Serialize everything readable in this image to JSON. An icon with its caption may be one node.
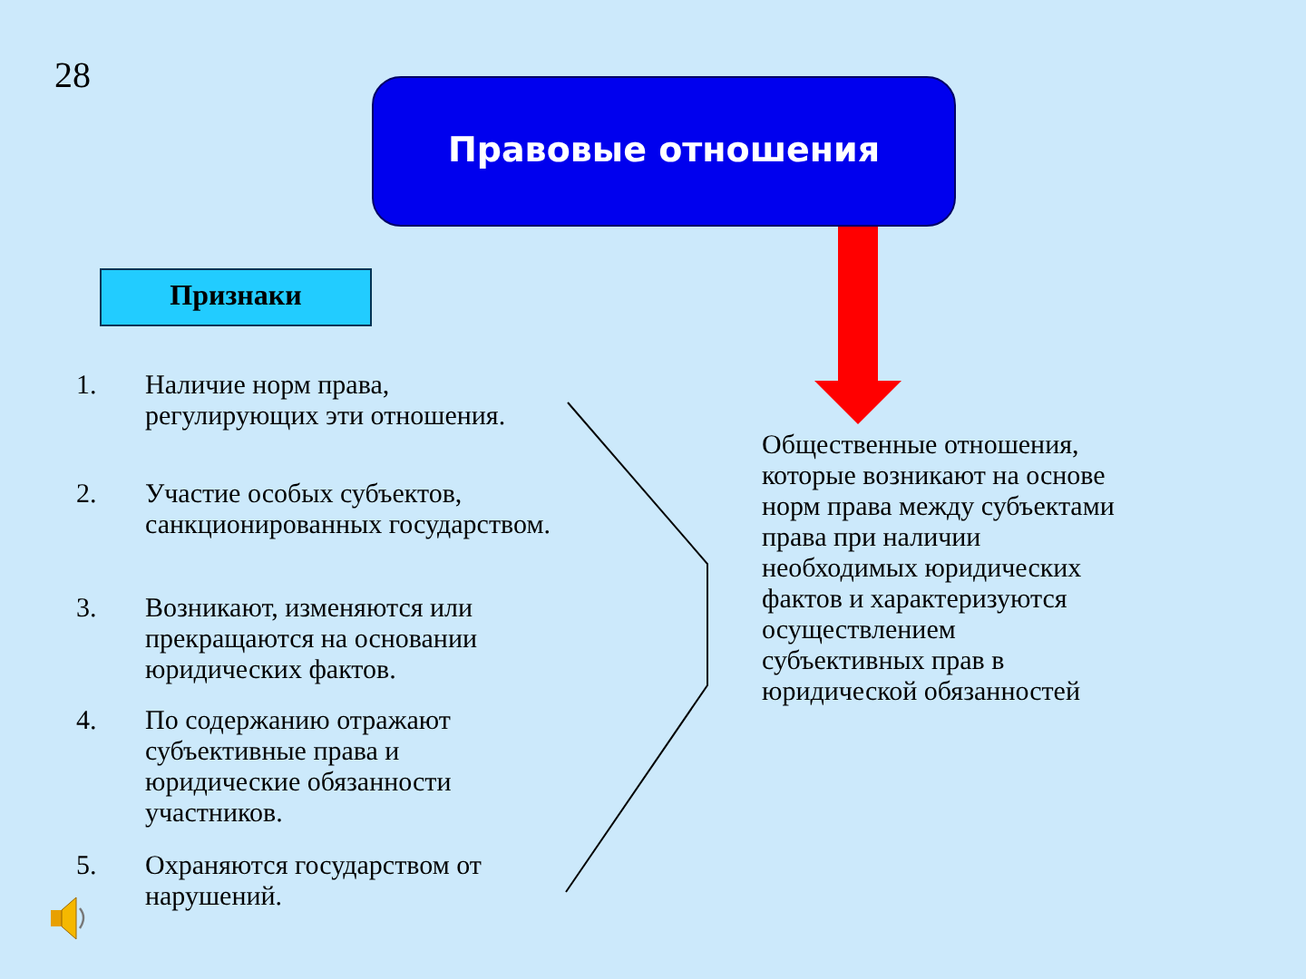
{
  "diagram": {
    "nodes": [
      {
        "text": [
          "Правовые отношения"
        ]
      },
      {
        "text": [
          "Признаки"
        ]
      },
      {
        "text": [
          "Общественные отношения, которые возникают на основе норм права между субъектами права при наличии необходимых юридических фактов и характеризуются осуществлением субъективных прав в юридической обязанностей"
        ]
      }
    ],
    "edges": [
      {
        "from": 0,
        "to": 2,
        "arrow": "to",
        "color": "#ff0000"
      }
    ],
    "labels": [
      "28",
      "1.",
      "Наличие норм права, регулирующих эти отношения.",
      "2.",
      "Участие особых субъектов, санкционированных государством.",
      "3.",
      "Возникают, изменяются или прекращаются на основании юридических фактов.",
      "4.",
      "По содержанию отражают субъективные права и юридические обязанности участников.",
      "5.",
      "Охраняются государством от нарушений."
    ]
  }
}
